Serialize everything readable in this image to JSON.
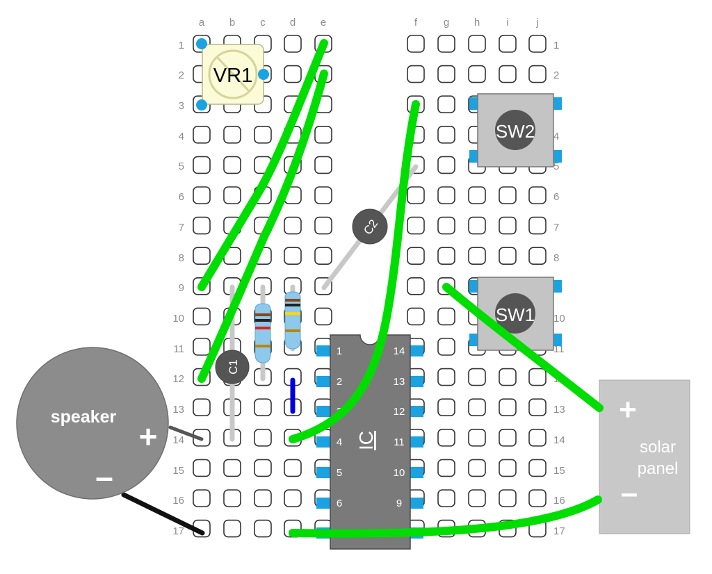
{
  "columns": [
    "a",
    "b",
    "c",
    "d",
    "e",
    "f",
    "g",
    "h",
    "i",
    "j"
  ],
  "rows": [
    "1",
    "2",
    "3",
    "4",
    "5",
    "6",
    "7",
    "8",
    "9",
    "10",
    "11",
    "12",
    "13",
    "14",
    "15",
    "16",
    "17"
  ],
  "components": {
    "vr1": "VR1",
    "sw2": "SW2",
    "sw1": "SW1",
    "c1": "C1",
    "c2": "C2",
    "ic": "IC",
    "speaker": {
      "label": "speaker",
      "plus": "+",
      "minus": "–"
    },
    "solar": {
      "line1": "solar",
      "line2": "panel",
      "plus": "+",
      "minus": "–"
    }
  },
  "ic_pins_left": [
    "1",
    "2",
    "3",
    "4",
    "5",
    "6"
  ],
  "ic_pins_right": [
    "14",
    "13",
    "12",
    "11",
    "10",
    "9"
  ],
  "colors": {
    "wire": "#00dd00",
    "pin": "#1aa3e0",
    "chip": "#7a7a7a",
    "switch": "#c4c4c4",
    "speaker": "#8c8c8c",
    "solar": "#c8c8c8",
    "jumper": "#0000dd",
    "vr1": "#fbfbd8"
  }
}
